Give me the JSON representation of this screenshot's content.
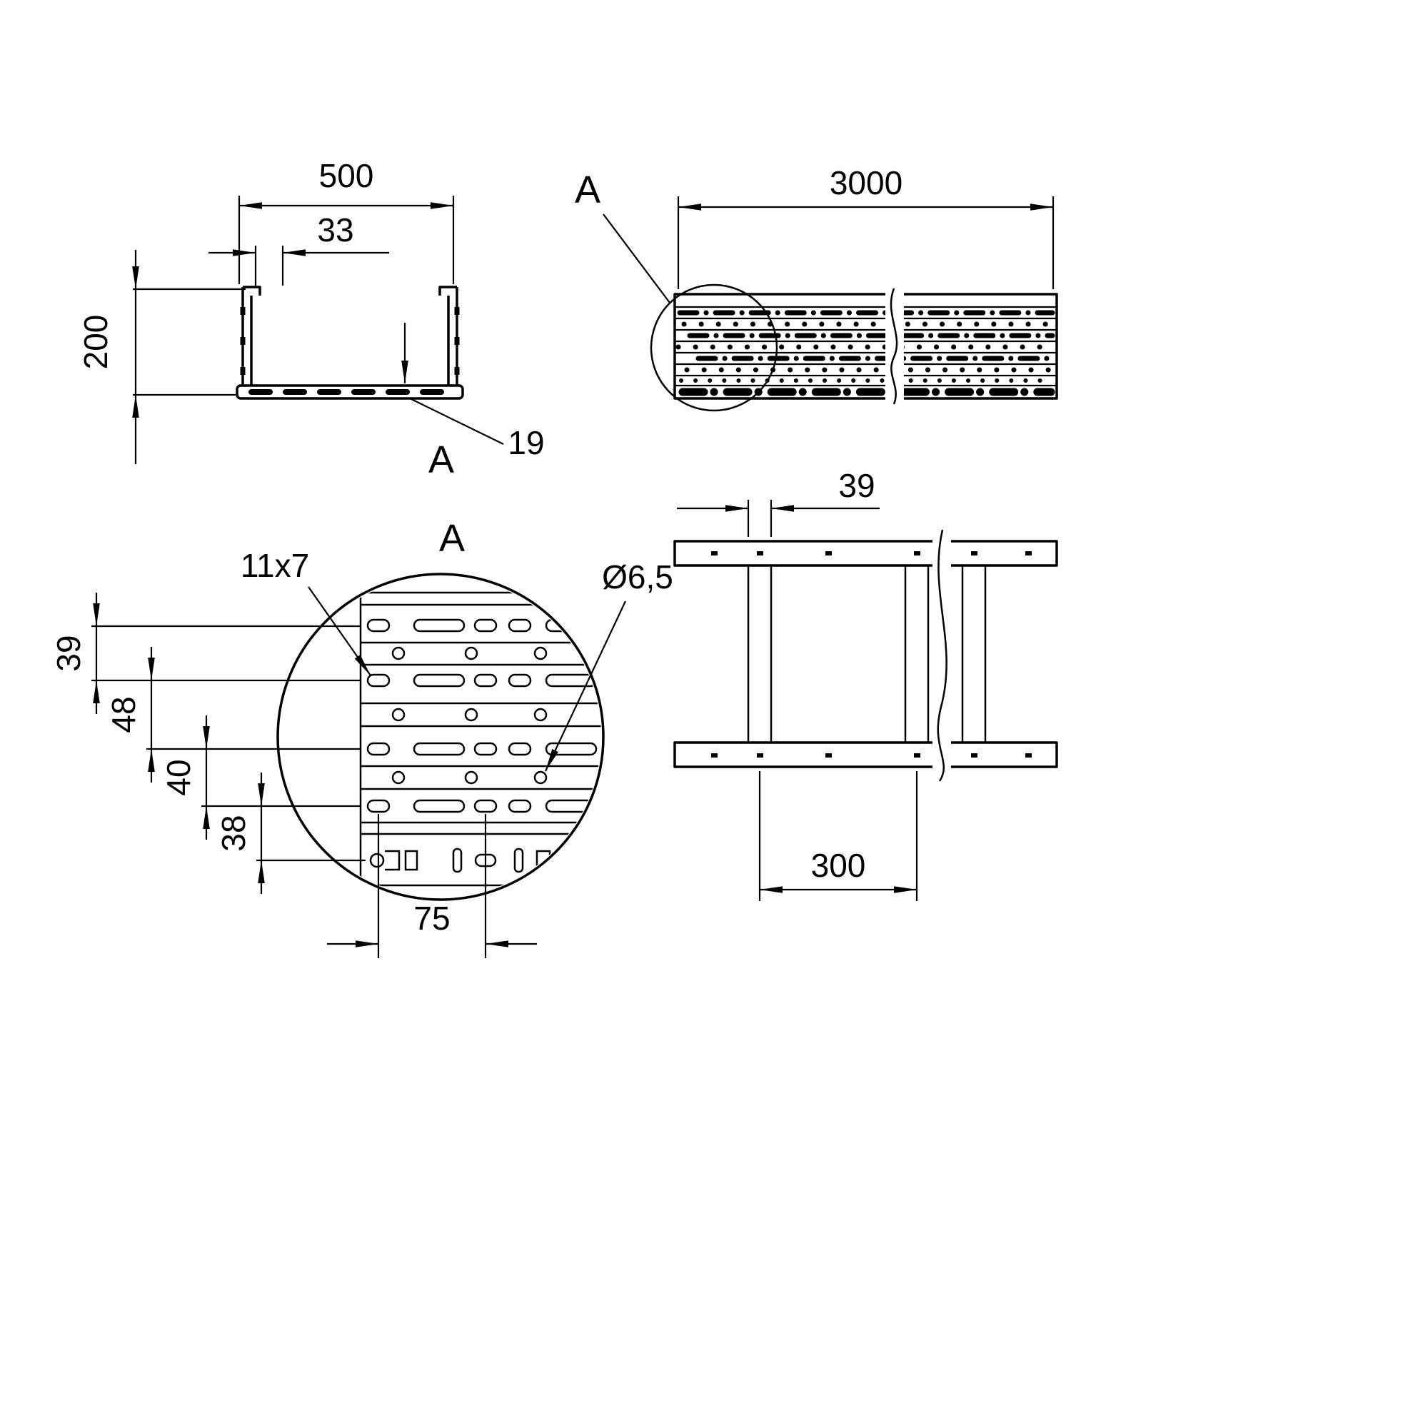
{
  "drawing": {
    "background": "#ffffff",
    "line_color": "#000000",
    "views": {
      "cross_section": {
        "dim_width": "500",
        "dim_lip": "33",
        "dim_height": "200",
        "dim_flange_thickness": "19",
        "detail_marker": "A"
      },
      "side": {
        "dim_length": "3000",
        "detail_marker": "A"
      },
      "detail": {
        "title": "A",
        "dim_slot_size": "11x7",
        "dim_hole_diameter": "Ø6,5",
        "dim_row_spacing_1": "39",
        "dim_row_spacing_2": "48",
        "dim_row_spacing_3": "40",
        "dim_row_spacing_4": "38",
        "dim_hole_pitch": "75"
      },
      "plan": {
        "dim_rung_width": "39",
        "dim_rung_spacing": "300"
      }
    }
  }
}
